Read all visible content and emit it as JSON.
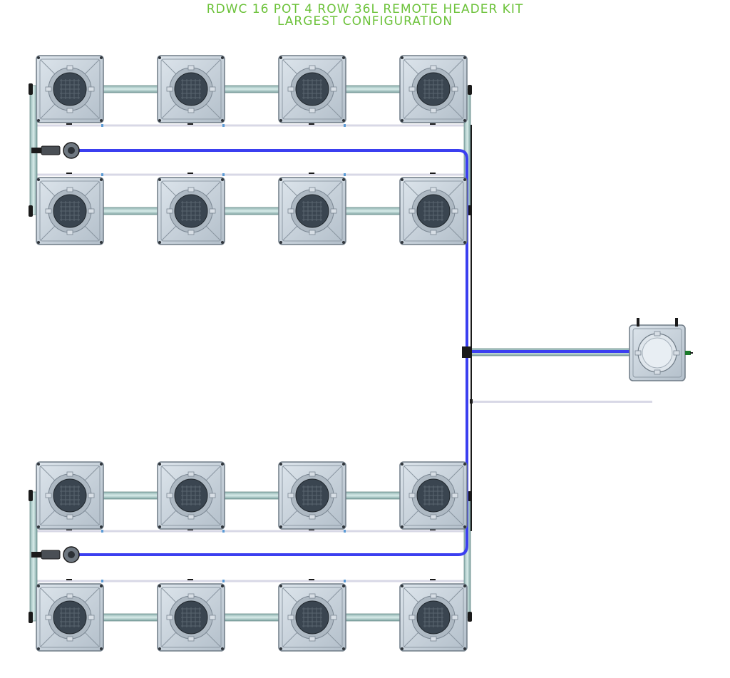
{
  "title": {
    "line1": "RDWC 16 POT 4 ROW 36L REMOTE HEADER KIT",
    "line2": "LARGEST CONFIGURATION"
  },
  "colors": {
    "title": "#6cc23a",
    "pot_body": "#c9d3dc",
    "pot_edge": "#6f7b86",
    "pot_lid": "#3a4550",
    "pipe": "#b9d4d2",
    "pipe_edge": "#6b8e8c",
    "return_line": "#3b3ff0",
    "drain_line": "#d8d8e6",
    "connector": "#1a1a1a",
    "accent_blue": "#5b9bd5"
  },
  "layout": {
    "pots_per_row": 4,
    "rows": 4,
    "groups": 2
  },
  "components": {
    "pot_icon": "square-pot-with-net-cup",
    "header_tank_icon": "remote-header-tank",
    "pump_icon": "inline-pump-fitting"
  }
}
